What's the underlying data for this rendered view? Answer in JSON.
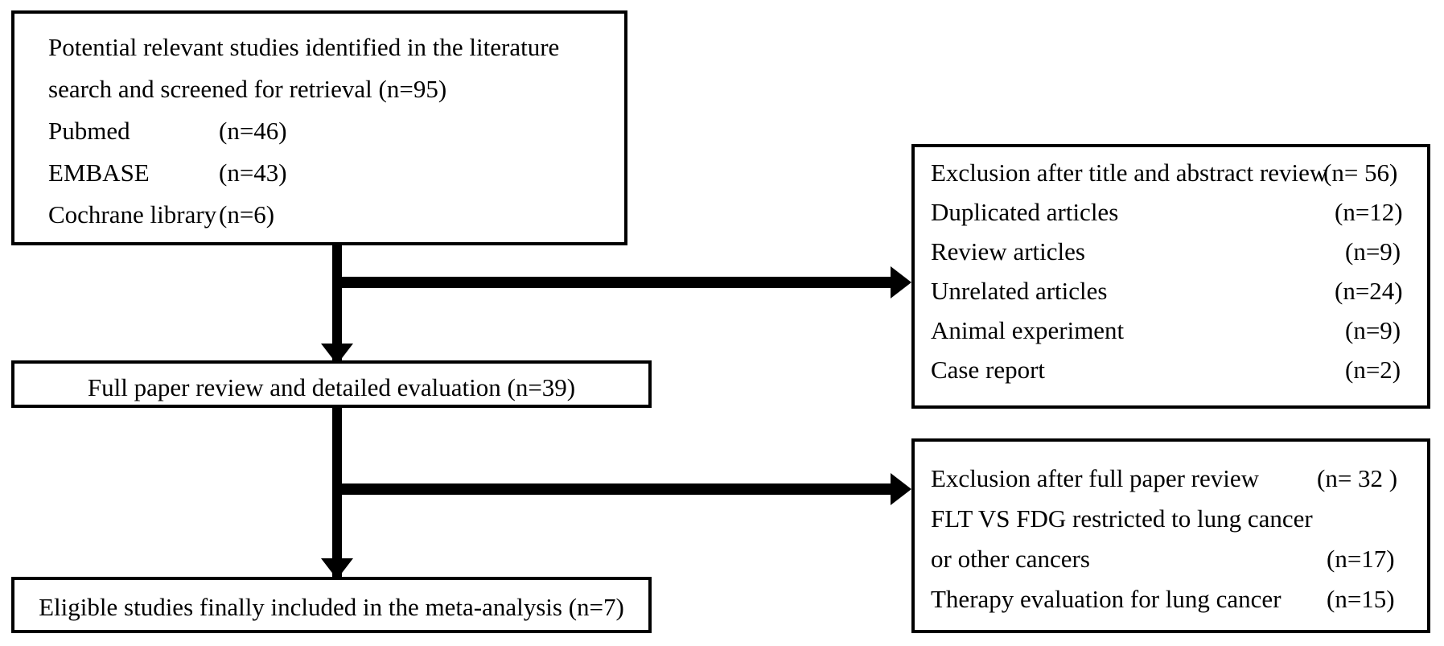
{
  "figure": {
    "type": "flowchart",
    "orientation": "top-down-with-side-exclusions"
  },
  "identification_box": {
    "line1": "Potential relevant studies identified in the literature",
    "line2": "search and screened for retrieval (n=95)",
    "sources": [
      {
        "label": "Pubmed",
        "count": "(n=46)"
      },
      {
        "label": "EMBASE",
        "count": "(n=43)"
      },
      {
        "label": "Cochrane library",
        "count": "(n=6)"
      }
    ]
  },
  "full_review_box": {
    "text": "Full paper review and detailed evaluation (n=39)"
  },
  "included_box": {
    "text": "Eligible studies finally included in the meta-analysis (n=7)"
  },
  "exclusion_title_abstract": {
    "header_label": "Exclusion after title and abstract review",
    "header_count": "(n= 56)",
    "reasons": [
      {
        "label": "Duplicated articles",
        "count": "(n=12)"
      },
      {
        "label": "Review articles",
        "count": "(n=9)"
      },
      {
        "label": "Unrelated articles",
        "count": "(n=24)"
      },
      {
        "label": "Animal experiment",
        "count": "(n=9)"
      },
      {
        "label": "Case report",
        "count": "(n=2)"
      }
    ]
  },
  "exclusion_full_paper": {
    "header_label": "Exclusion after full paper review",
    "header_count": "(n= 32 )",
    "reasons": [
      {
        "label": "FLT VS FDG restricted to lung cancer",
        "count": ""
      },
      {
        "label": "or other cancers",
        "count": "(n=17)"
      },
      {
        "label": "Therapy evaluation for lung cancer",
        "count": "(n=15)"
      }
    ]
  },
  "colors": {
    "stroke": "#000000",
    "background": "#ffffff",
    "text": "#000000"
  }
}
